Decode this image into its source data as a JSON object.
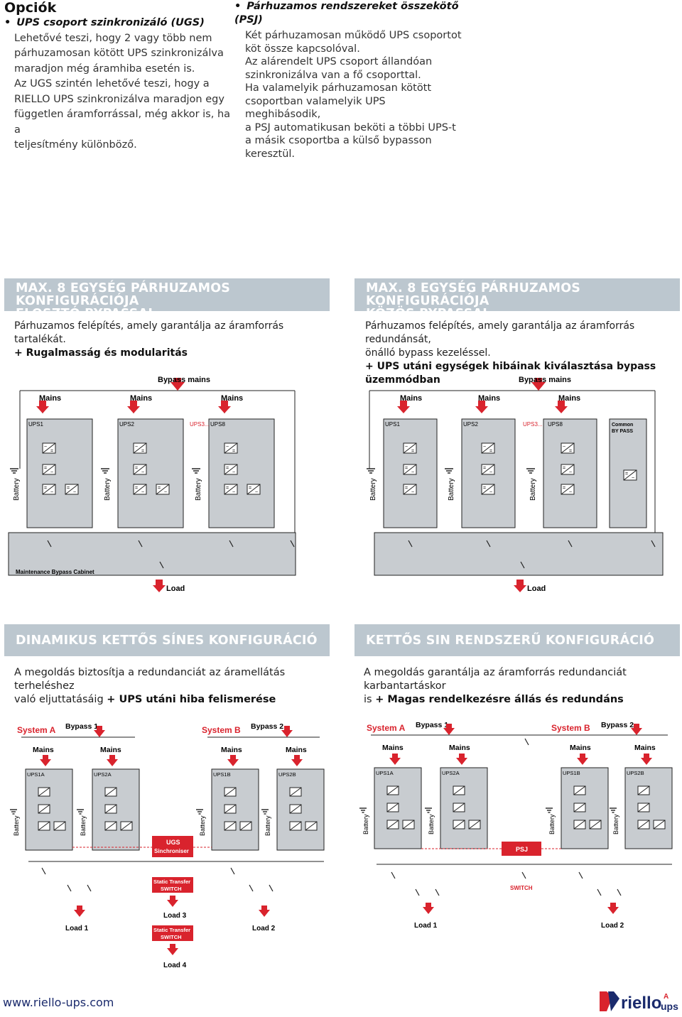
{
  "header": {
    "title": "Opciók"
  },
  "left_col": {
    "head": "UPS csoport szinkronizáló (UGS)",
    "lines": [
      "Lehetővé teszi, hogy 2 vagy több nem",
      "párhuzamosan kötött UPS szinkronizálva",
      "maradjon még áramhiba esetén is.",
      "Az UGS szintén lehetővé teszi, hogy a",
      "RIELLO UPS szinkronizálva maradjon egy",
      "független áramforrással, még akkor is, ha a",
      "teljesítmény különböző."
    ]
  },
  "right_col": {
    "head": "Párhuzamos rendszereket összekötő (PSJ)",
    "lines": [
      "Két párhuzamosan működő UPS csoportot",
      "köt össze kapcsolóval.",
      "Az alárendelt UPS csoport állandóan",
      "szinkronizálva van a fő csoporttal.",
      " Ha valamelyik párhuzamosan kötött",
      "csoportban valamelyik UPS meghibásodik,",
      "a PSJ automatikusan beköti a többi UPS-t",
      "a másik csoportba a külső bypasson",
      "keresztül."
    ]
  },
  "sections": {
    "s1": {
      "banner1": "MAX. 8 EGYSÉG PÁRHUZAMOS KONFIGURÁCIÓJA",
      "banner2": "ELOSZTÓ BYPASSAL",
      "text": "Párhuzamos felépítés, amely garantálja az áramforrás tartalékát.",
      "bold": "+ Rugalmasság és modularitás"
    },
    "s2": {
      "banner1": "MAX. 8 EGYSÉG PÁRHUZAMOS KONFIGURÁCIÓJA",
      "banner2": "KÖZÖS BYPASSAL",
      "text1": "Párhuzamos felépítés, amely garantálja az áramforrás redundánsát,",
      "text2": "önálló bypass kezeléssel.",
      "bold": "+ UPS utáni egységek hibáinak kiválasztása bypass üzemmódban"
    },
    "s3": {
      "banner": "DINAMIKUS KETTŐS SÍNES KONFIGURÁCIÓ",
      "text1": "A megoldás biztosítja a redundanciát az áramellátás terheléshez",
      "text2": "való eljuttatásáig",
      "bold": "+ UPS utáni hiba felismerése"
    },
    "s4": {
      "banner": "KETTŐS SIN RENDSZERŰ KONFIGURÁCIÓ",
      "text1": "A megoldás garantálja az áramforrás redundanciát karbantartáskor",
      "text2": "is",
      "bold": "+ Magas rendelkezésre állás és redundáns"
    }
  },
  "diagram_labels": {
    "bypass_mains": "Bypass mains",
    "mains": "Mains",
    "battery": "Battery",
    "ups1": "UPS1",
    "ups2": "UPS2",
    "ups3": "UPS3...",
    "ups8": "UPS8",
    "common1": "Common",
    "common2": "BY PASS",
    "maintenance": "Maintenance Bypass Cabinet",
    "load": "Load",
    "system_a": "System A",
    "system_b": "System B",
    "bypass1": "Bypass 1",
    "bypass2": "Bypass 2",
    "ups1a": "UPS1A",
    "ups2a": "UPS2A",
    "ups1b": "UPS1B",
    "ups2b": "UPS2B",
    "ugs1": "UGS",
    "ugs2": "Sinchroniser",
    "sts1": "Static Transfer",
    "sts2": "SWITCH",
    "psj": "PSJ",
    "switch": "SWITCH",
    "load1": "Load 1",
    "load2": "Load 2",
    "load3": "Load 3",
    "load4": "Load 4"
  },
  "footer": {
    "url": "www.riello-ups.com",
    "logo": "riello",
    "logo_sub1": "A",
    "logo_sub2": "ups"
  },
  "colors": {
    "banner": "#bcc7cf",
    "accent_red": "#d9232d",
    "box": "#c8ccd0",
    "navy": "#1a2a6c"
  }
}
